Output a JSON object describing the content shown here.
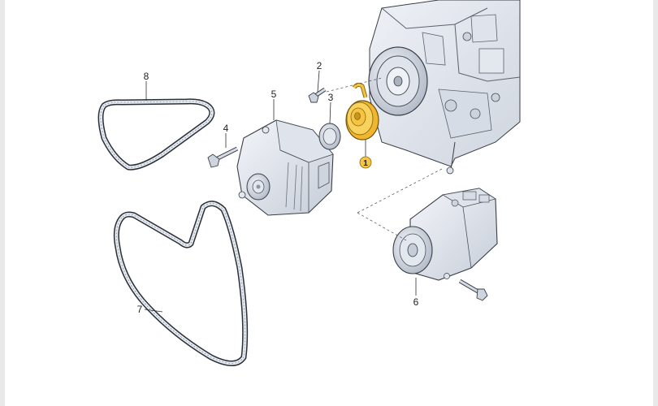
{
  "diagram": {
    "parts": [
      {
        "id": "1",
        "label": "1",
        "name": "tensioner-pulley",
        "highlighted": true
      },
      {
        "id": "2",
        "label": "2",
        "name": "pulley-bolt"
      },
      {
        "id": "3",
        "label": "3",
        "name": "pulley-cap"
      },
      {
        "id": "4",
        "label": "4",
        "name": "alternator-bolt"
      },
      {
        "id": "5",
        "label": "5",
        "name": "alternator"
      },
      {
        "id": "6",
        "label": "6",
        "name": "ac-compressor"
      },
      {
        "id": "7",
        "label": "7",
        "name": "long-ribbed-belt"
      },
      {
        "id": "8",
        "label": "8",
        "name": "short-ribbed-belt"
      }
    ],
    "colors": {
      "highlight": "#f6c443",
      "highlight_stroke": "#8a6a10",
      "part_fill": "#e6eaf1",
      "part_shade": "#b9c2cf",
      "line": "#2b2f36"
    }
  }
}
